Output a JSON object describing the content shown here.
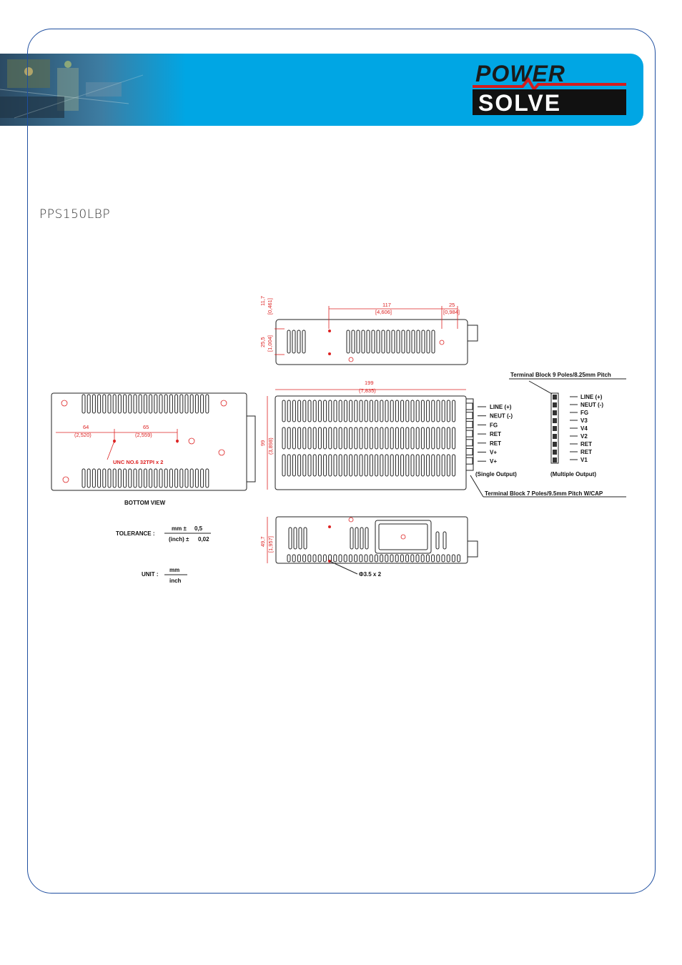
{
  "header": {
    "logo": {
      "line1": "POWER",
      "line2": "SOLVE"
    },
    "accent_color": "#00a6e4",
    "frame_color": "#1f4fa0"
  },
  "product": {
    "title": "PPS150LBP"
  },
  "drawing": {
    "top_view": {
      "dim_h": "11,7",
      "dim_h_in": "[0,461]",
      "dim_117": "117",
      "dim_117_in": "[4,606]",
      "dim_25": "25",
      "dim_25_in": "[0,984]",
      "dim_25_5": "25,5",
      "dim_25_5_in": "[1,004]"
    },
    "front_view": {
      "dim_199": "199",
      "dim_199_in": "(7,835)",
      "dim_99": "99",
      "dim_99_in": "(3,898)"
    },
    "bottom_view": {
      "dim_64": "64",
      "dim_64_in": "(2,520)",
      "dim_65": "65",
      "dim_65_in": "(2,559)",
      "screw_note": "UNC NO.6 32TPI x 2",
      "label": "BOTTOM VIEW"
    },
    "side_view": {
      "dim_49_7": "49,7",
      "dim_49_7_in": "[1,957]",
      "hole_note": "Φ3.5 x 2"
    },
    "single_output_labels": [
      "LINE (+)",
      "NEUT (-)",
      "FG",
      "RET",
      "RET",
      "V+",
      "V+"
    ],
    "single_output_caption": "(Single Output)",
    "multiple_output_labels": [
      "LINE (+)",
      "NEUT (-)",
      "FG",
      "V3",
      "V4",
      "V2",
      "RET",
      "RET",
      "V1"
    ],
    "multiple_output_caption": "(Multiple Output)",
    "terminal_9_note": "Terminal Block 9 Poles/8.25mm Pitch",
    "terminal_7_note": "Terminal Block 7 Poles/9.5mm Pitch    W/CAP",
    "tolerance": {
      "label": "TOLERANCE :",
      "mm": "mm ±",
      "mm_val": "0,5",
      "inch": "(inch) ±",
      "inch_val": "0,02"
    },
    "unit": {
      "label": "UNIT :",
      "top": "mm",
      "bottom": "inch"
    }
  }
}
